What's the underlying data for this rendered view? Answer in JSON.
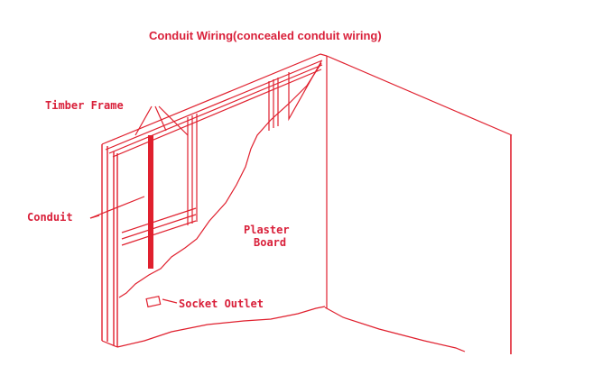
{
  "title": "Conduit Wiring(concealed conduit wiring)",
  "labels": {
    "timber_frame": "Timber Frame",
    "conduit": "Conduit",
    "plaster_board": [
      "Plaster",
      "Board"
    ],
    "socket_outlet": "Socket Outlet"
  },
  "colors": {
    "line": "#e0202e",
    "text": "#d9203a"
  }
}
